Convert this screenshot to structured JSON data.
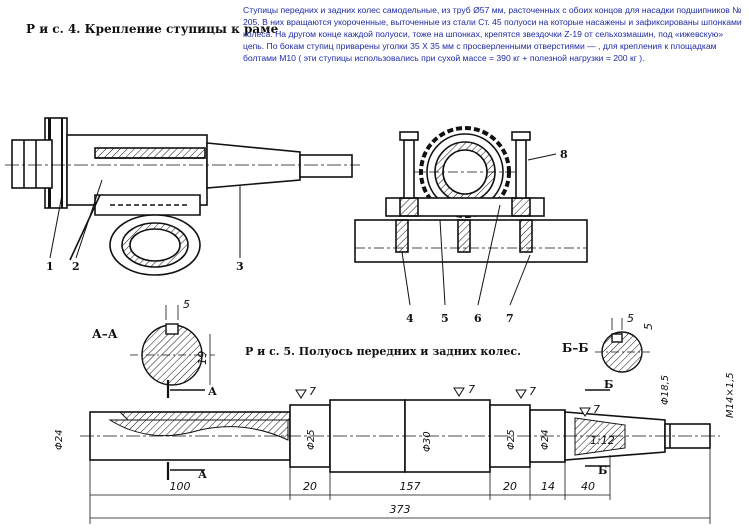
{
  "captions": {
    "fig4": "Р и с. 4. Крепление ступицы к раме",
    "fig5": "Р и с. 5. Полуось передних и задних колес."
  },
  "description": "Ступицы передних и задних колес самодельные, из труб Ø57 мм, расточенных с обоих концов для насадки подшипников № 205. В них вращаются укороченные, выточенные из стали Ст. 45 полуоси на которые насажены и зафиксированы шпонками колеса. На другом конце каждой полуоси, тоже на шпонках, крепятся звездочки Z-19 от сельхозмашин, под «ижевскую» цепь. По бокам ступиц приварены уголки 35 Х 35 мм с просверленными отверстиями — , для крепления к площадкам болтами М10 ( эти ступицы использовались при сухой массе = 390 кг + полезной нагрузки = 200 кг ).",
  "fig4_labels": [
    "1",
    "2",
    "3",
    "4",
    "5",
    "6",
    "7",
    "8"
  ],
  "sections": {
    "aa": {
      "title": "А–А",
      "width": "5",
      "height": "19"
    },
    "bb": {
      "title": "Б–Б",
      "width": "5",
      "depth": "5"
    }
  },
  "cut_marks": {
    "a": "А",
    "b": "Б"
  },
  "roughness": "7",
  "diameters": {
    "d24_left": "Φ24",
    "d25_left": "Φ25",
    "d30": "Φ30",
    "d25_right": "Φ25",
    "d24_right": "Φ24",
    "d18": "Φ18,5",
    "thread": "М14×1,5"
  },
  "taper": "1:12",
  "lengths": [
    "100",
    "20",
    "157",
    "20",
    "14",
    "40"
  ],
  "total_length": "373"
}
